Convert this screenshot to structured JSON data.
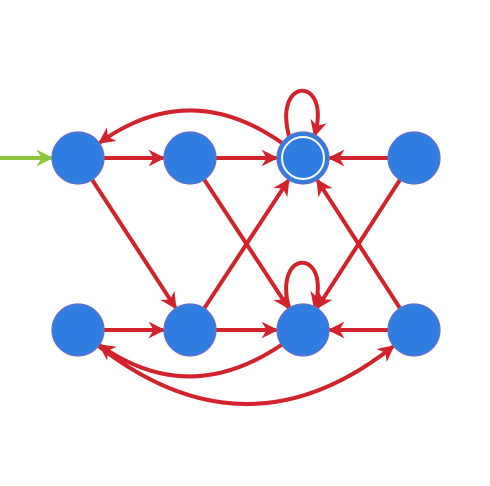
{
  "diagram": {
    "type": "state-diagram",
    "colors": {
      "node_fill": "#2f7de0",
      "node_stroke": "#6a6fc4",
      "edge": "#d2222c",
      "start_arrow": "#8cc63e",
      "accept_ring": "#ffffff"
    },
    "nodes": [
      {
        "id": "top-1",
        "start": true,
        "accept": false
      },
      {
        "id": "top-2",
        "start": false,
        "accept": false
      },
      {
        "id": "top-3",
        "start": false,
        "accept": true
      },
      {
        "id": "top-4",
        "start": false,
        "accept": false
      },
      {
        "id": "bottom-1",
        "start": false,
        "accept": false
      },
      {
        "id": "bottom-2",
        "start": false,
        "accept": false
      },
      {
        "id": "bottom-3",
        "start": false,
        "accept": false
      },
      {
        "id": "bottom-4",
        "start": false,
        "accept": false
      }
    ],
    "edges": [
      {
        "from": "top-1",
        "to": "top-2"
      },
      {
        "from": "top-2",
        "to": "top-3"
      },
      {
        "from": "top-4",
        "to": "top-3"
      },
      {
        "from": "top-3",
        "to": "top-3"
      },
      {
        "from": "top-3",
        "to": "top-1"
      },
      {
        "from": "top-1",
        "to": "bottom-2"
      },
      {
        "from": "top-2",
        "to": "bottom-3"
      },
      {
        "from": "top-4",
        "to": "bottom-3"
      },
      {
        "from": "bottom-2",
        "to": "top-3"
      },
      {
        "from": "bottom-4",
        "to": "top-3"
      },
      {
        "from": "bottom-1",
        "to": "bottom-2"
      },
      {
        "from": "bottom-2",
        "to": "bottom-3"
      },
      {
        "from": "bottom-4",
        "to": "bottom-3"
      },
      {
        "from": "bottom-3",
        "to": "bottom-3"
      },
      {
        "from": "bottom-3",
        "to": "bottom-1"
      },
      {
        "from": "bottom-1",
        "to": "bottom-4"
      }
    ]
  }
}
